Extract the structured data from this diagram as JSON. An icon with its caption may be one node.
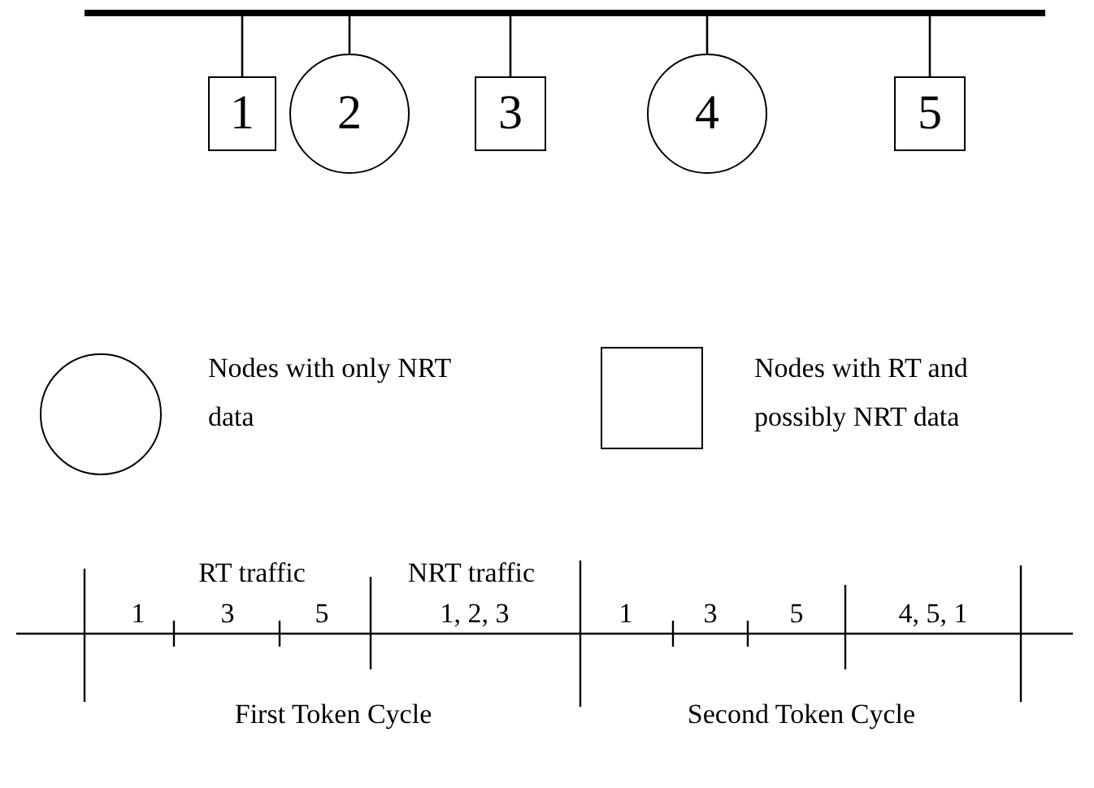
{
  "diagram": {
    "nodes": [
      {
        "text": [],
        "shape": "bar"
      },
      {
        "text": [
          "1"
        ]
      },
      {
        "text": [
          "2"
        ]
      },
      {
        "text": [
          "3"
        ]
      },
      {
        "text": [
          "4"
        ]
      },
      {
        "text": [
          "5"
        ]
      }
    ],
    "edges": [
      {
        "from": 0,
        "to": 1,
        "arrow": "none"
      },
      {
        "from": 0,
        "to": 2,
        "arrow": "none"
      },
      {
        "from": 0,
        "to": 3,
        "arrow": "none"
      },
      {
        "from": 0,
        "to": 4,
        "arrow": "none"
      },
      {
        "from": 0,
        "to": 5,
        "arrow": "none"
      }
    ],
    "labels": [
      "RT traffic",
      "NRT traffic",
      "1",
      "3",
      "5",
      "1, 2, 3",
      "1",
      "3",
      "5",
      "4, 5, 1",
      "First Token Cycle",
      "Second Token Cycle"
    ],
    "legend": [
      {
        "text": "Nodes with only NRT data"
      },
      {
        "text": "Nodes with RT and possibly NRT data"
      }
    ]
  }
}
